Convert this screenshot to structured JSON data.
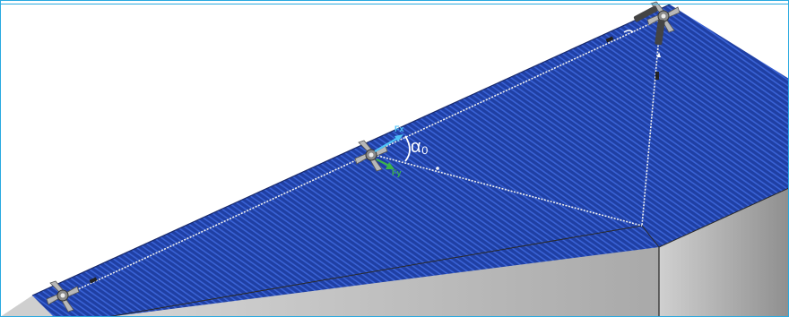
{
  "figure": {
    "labels": {
      "force_x": "Fx",
      "force_y": "Fy",
      "angle": "α₀"
    },
    "colors": {
      "roof_blue": "#1f3fa3",
      "roof_stripe": "#2f5fd0",
      "wall_gray": "#c9c9c9",
      "frame_cyan": "#29a9e0",
      "force_x_color": "#4fc3f7",
      "force_y_color": "#3cb34a",
      "cable": "#e8e8e8"
    },
    "anchors": [
      "anchor-left",
      "anchor-middle",
      "anchor-top-right"
    ]
  }
}
